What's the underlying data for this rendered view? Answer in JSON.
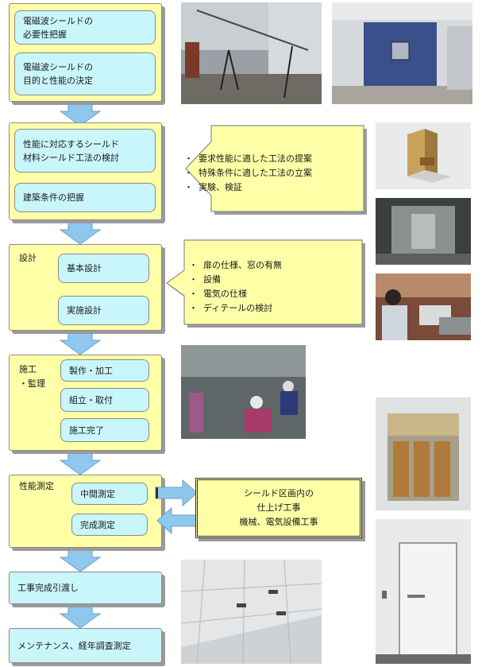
{
  "steps": {
    "s1_a": "電磁波シールドの\n必要性把握",
    "s1_b": "電磁波シールドの\n目的と性能の決定",
    "s2_a": "性能に対応するシールド\n材料シールド工法の検討",
    "s2_b": "建築条件の把握",
    "s3_label": "設計",
    "s3_a": "基本設計",
    "s3_b": "実施設計",
    "s4_label": "施工\n・監理",
    "s4_a": "製作・加工",
    "s4_b": "組立・取付",
    "s4_c": "施工完了",
    "s5_label": "性能測定",
    "s5_a": "中間測定",
    "s5_b": "完成測定",
    "s6": "工事完成引渡し",
    "s7": "メンテナンス、経年調査測定"
  },
  "notes": {
    "n1": [
      "要求性能に適した工法の提案",
      "特殊条件に適した工法の立案",
      "実験、検証"
    ],
    "n2": [
      "扉の仕様、窓の有無",
      "設備",
      "電気の仕様",
      "ディテールの検討"
    ]
  },
  "work_box": [
    "シールド区画内の",
    "仕上げ工事",
    "機械、電気設備工事"
  ],
  "colors": {
    "step_fill": "#ffffa8",
    "sub_fill": "#c9f6fb",
    "arrow": "#8ec8ee",
    "border": "#8c8c8c"
  }
}
